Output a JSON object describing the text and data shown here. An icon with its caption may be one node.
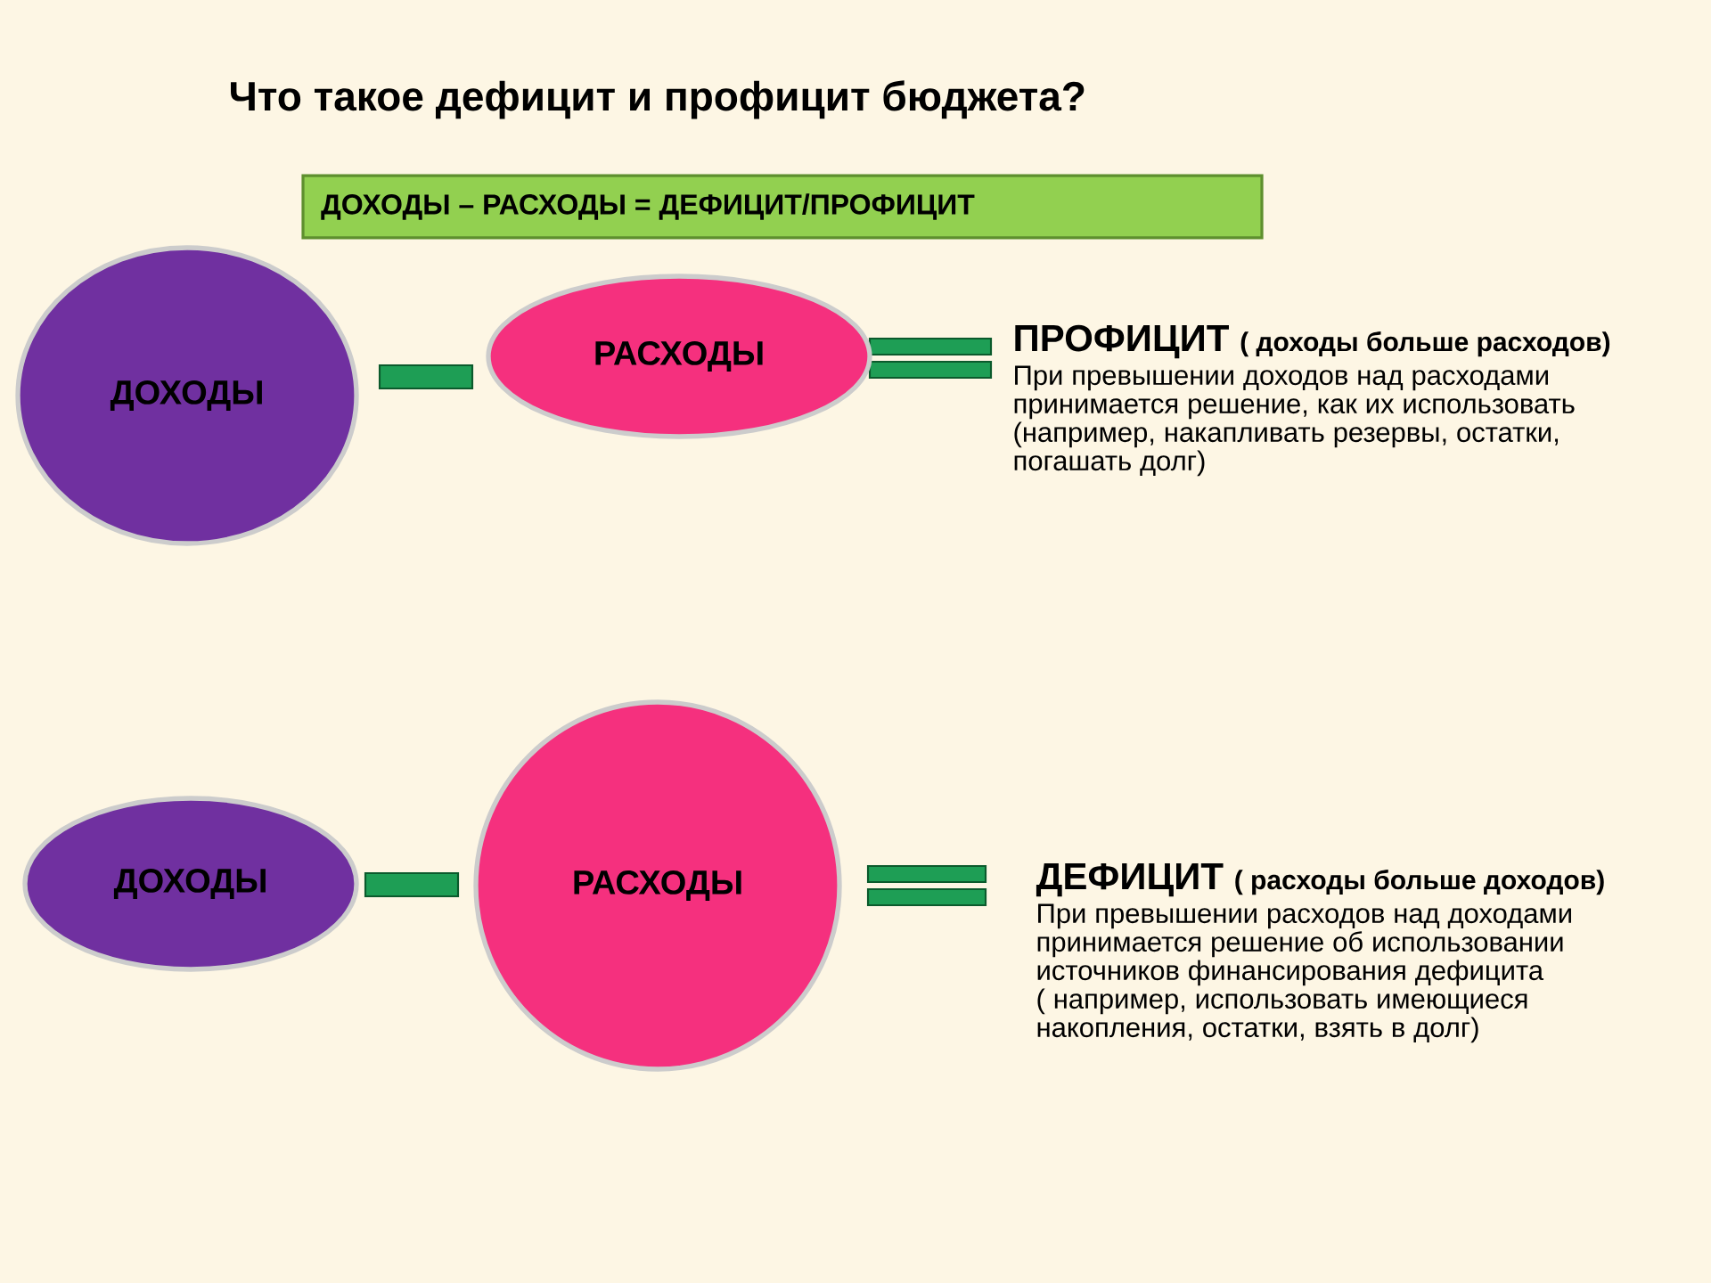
{
  "diagram": {
    "title": "Что такое дефицит и профицит бюджета?",
    "nodes": [
      {
        "text": [
          "ДОХОДЫ – РАСХОДЫ = ДЕФИЦИТ/ПРОФИЦИТ"
        ]
      },
      {
        "text": [
          "ДОХОДЫ"
        ]
      },
      {
        "text": [
          "РАСХОДЫ"
        ]
      },
      {
        "text": [
          "ДОХОДЫ"
        ]
      },
      {
        "text": [
          "РАСХОДЫ"
        ]
      }
    ],
    "labels": [
      "ПРОФИЦИТ",
      "( доходы больше расходов)",
      "При превышении доходов над расходами принимается решение, как их использовать (например, накапливать резервы, остатки, погашать долг)",
      "ДЕФИЦИТ",
      "( расходы больше доходов)",
      "При превышении расходов над доходами принимается решение об использовании источников финансирования дефицита ( например, использовать имеющиеся накопления, остатки, взять в долг)"
    ]
  }
}
